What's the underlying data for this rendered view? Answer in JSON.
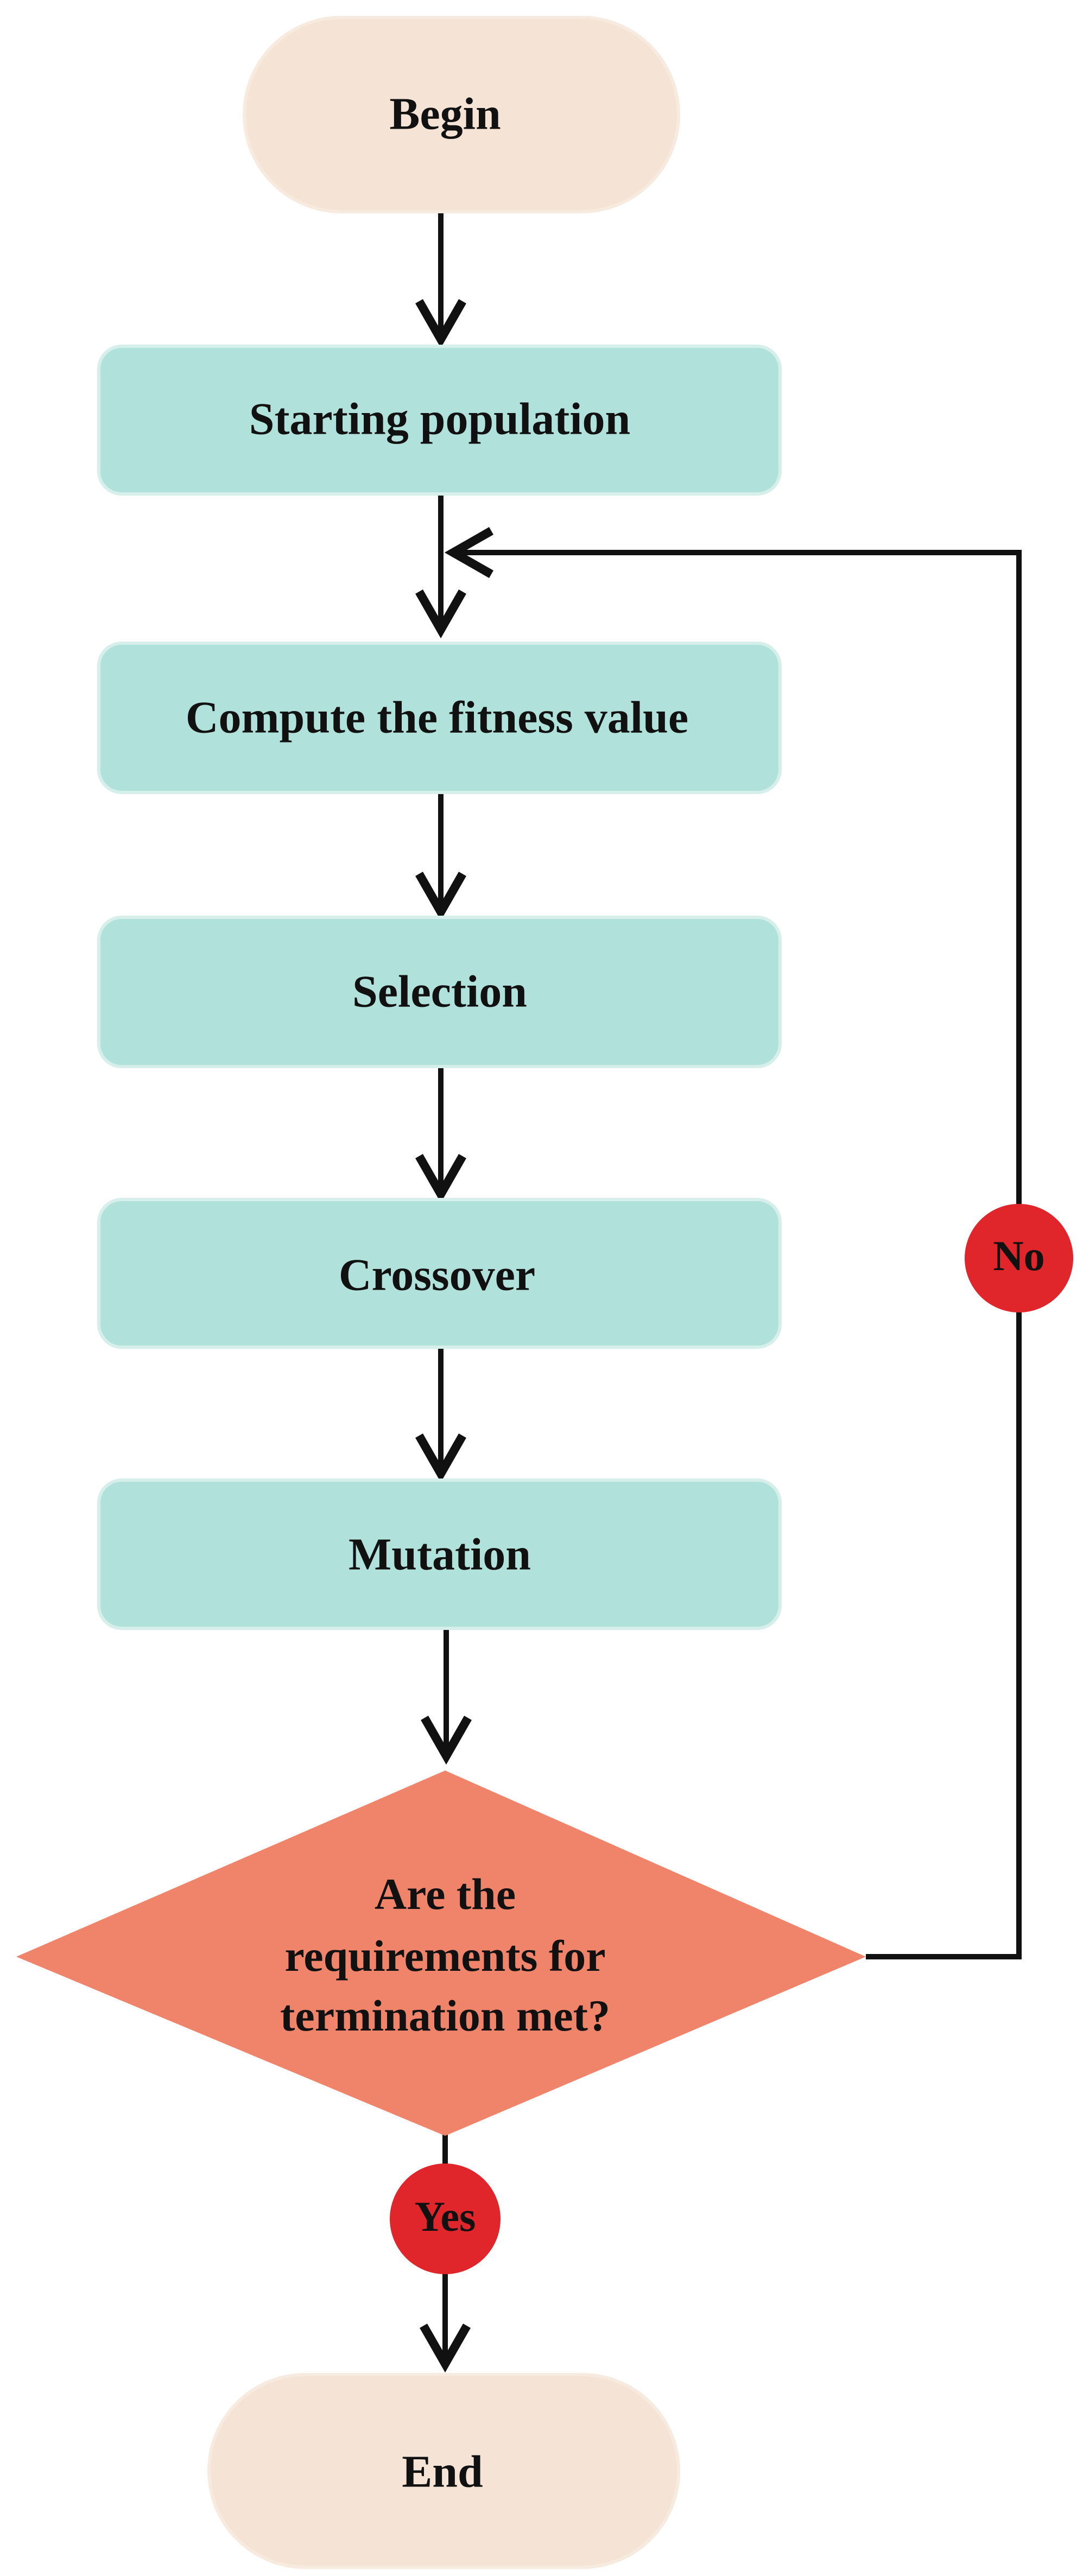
{
  "diagram": {
    "colors": {
      "terminal_fill": "#f5e4d5",
      "process_fill": "#b0e2db",
      "decision_fill": "#f0846a",
      "badge_fill": "#e0262b",
      "line": "#111111"
    },
    "nodes": {
      "begin": "Begin",
      "starting_population": "Starting population",
      "compute_fitness": "Compute the fitness value",
      "selection": "Selection",
      "crossover": "Crossover",
      "mutation": "Mutation",
      "decision_line1": "Are the",
      "decision_line2": "requirements for",
      "decision_line3": "termination met?",
      "end": "End"
    },
    "branches": {
      "no": "No",
      "yes": "Yes"
    }
  }
}
